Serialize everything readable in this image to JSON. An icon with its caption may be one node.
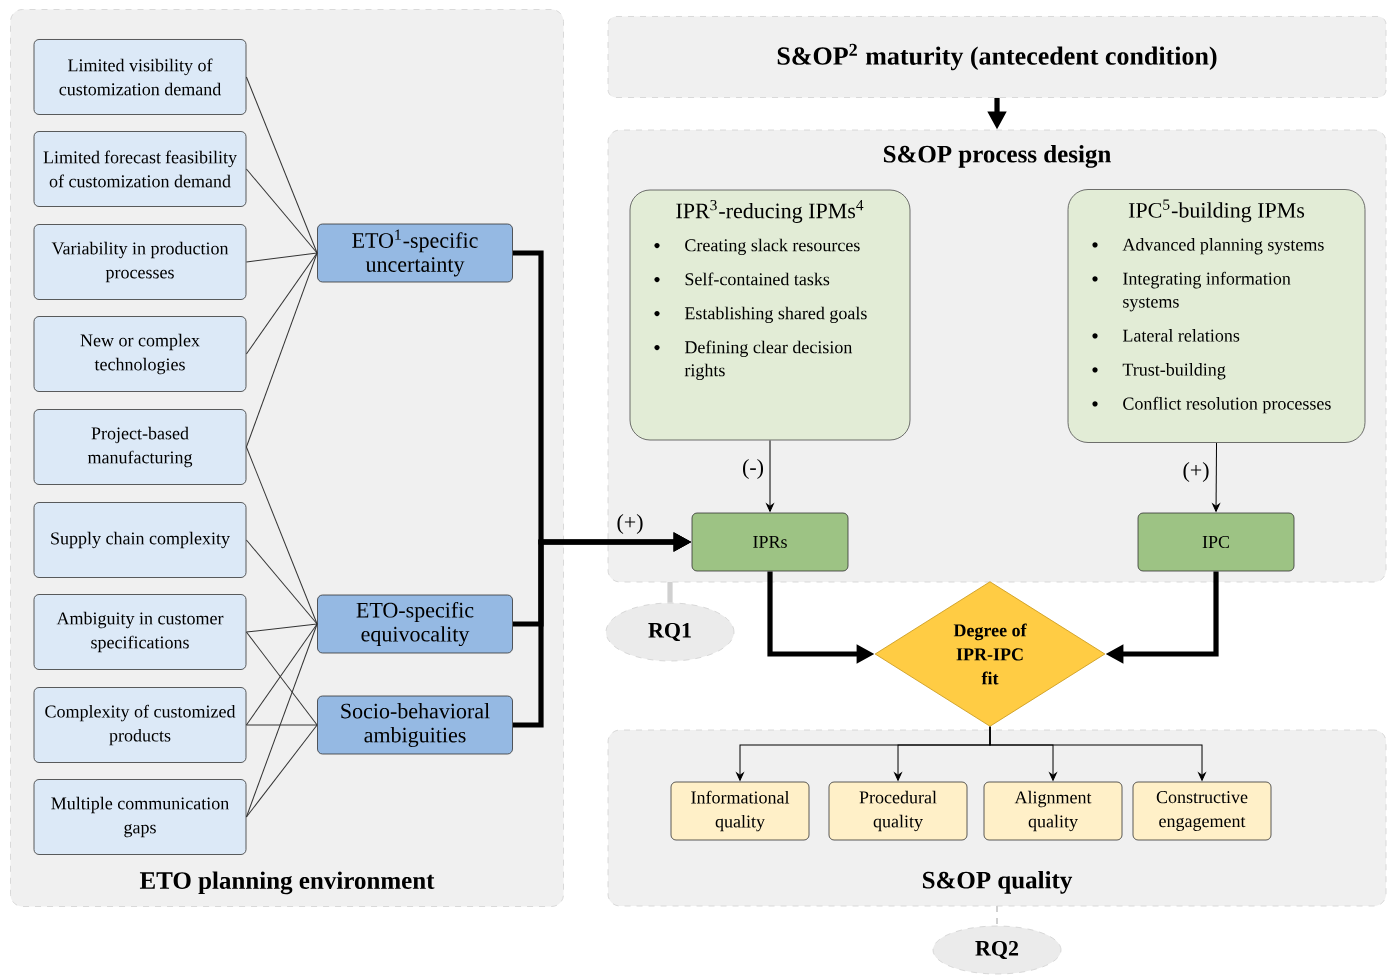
{
  "diagram": {
    "nodes": [
      {
        "text": [
          "ETO planning environment"
        ]
      },
      {
        "text": [
          "Limited visibility of customization demand"
        ],
        "in": 0
      },
      {
        "text": [
          "Limited forecast feasibility of customization demand"
        ],
        "in": 0
      },
      {
        "text": [
          "Variability in production processes"
        ],
        "in": 0
      },
      {
        "text": [
          "New or complex technologies"
        ],
        "in": 0
      },
      {
        "text": [
          "Project-based manufacturing"
        ],
        "in": 0
      },
      {
        "text": [
          "Supply chain complexity"
        ],
        "in": 0
      },
      {
        "text": [
          "Ambiguity in customer specifications"
        ],
        "in": 0
      },
      {
        "text": [
          "Complexity of customized products"
        ],
        "in": 0
      },
      {
        "text": [
          "Multiple communication gaps"
        ],
        "in": 0
      },
      {
        "text": [
          "ETO$^{1}$-specific uncertainty"
        ],
        "in": 0
      },
      {
        "text": [
          "ETO-specific equivocality"
        ],
        "in": 0
      },
      {
        "text": [
          "Socio-behavioral ambiguities"
        ],
        "in": 0
      },
      {
        "text": [
          "S&OP$^{2}$ maturity (antecedent condition)"
        ]
      },
      {
        "text": [
          "S&OP process design"
        ]
      },
      {
        "text": [
          "IPR$^{3}$-reducing IPMs$^{4}$",
          "Creating slack resources",
          "Self-contained tasks",
          "Establishing shared goals",
          "Defining clear decision rights"
        ],
        "in": 14
      },
      {
        "text": [
          "IPC$^{5}$-building IPMs",
          "Advanced planning systems",
          "Integrating information systems",
          "Lateral relations",
          "Trust-building",
          "Conflict resolution processes"
        ],
        "in": 14
      },
      {
        "text": [
          "IPRs"
        ],
        "in": 14
      },
      {
        "text": [
          "IPC"
        ],
        "in": 14
      },
      {
        "text": [
          "Degree of IPR-IPC fit"
        ]
      },
      {
        "text": [
          "S&OP quality"
        ]
      },
      {
        "text": [
          "Informational quality"
        ],
        "in": 20
      },
      {
        "text": [
          "Procedural quality"
        ],
        "in": 20
      },
      {
        "text": [
          "Alignment quality"
        ],
        "in": 20
      },
      {
        "text": [
          "Constructive engagement"
        ],
        "in": 20
      },
      {
        "text": [
          "RQ1"
        ]
      },
      {
        "text": [
          "RQ2"
        ]
      }
    ],
    "edges": [
      {
        "from": 1,
        "to": 10,
        "arrow": "none"
      },
      {
        "from": 2,
        "to": 10,
        "arrow": "none"
      },
      {
        "from": 3,
        "to": 10,
        "arrow": "none"
      },
      {
        "from": 4,
        "to": 10,
        "arrow": "none"
      },
      {
        "from": 5,
        "to": 10,
        "arrow": "none"
      },
      {
        "from": 5,
        "to": 11,
        "arrow": "none"
      },
      {
        "from": 6,
        "to": 11,
        "arrow": "none"
      },
      {
        "from": 7,
        "to": 11,
        "arrow": "none"
      },
      {
        "from": 7,
        "to": 12,
        "arrow": "none"
      },
      {
        "from": 8,
        "to": 11,
        "arrow": "none"
      },
      {
        "from": 8,
        "to": 12,
        "arrow": "none"
      },
      {
        "from": 9,
        "to": 11,
        "arrow": "none"
      },
      {
        "from": 9,
        "to": 12,
        "arrow": "none"
      },
      {
        "from": 10,
        "to": 17,
        "arrow": "to",
        "style": "thick",
        "label": "(+)"
      },
      {
        "from": 11,
        "to": 17,
        "arrow": "to",
        "style": "thick"
      },
      {
        "from": 12,
        "to": 17,
        "arrow": "to",
        "style": "thick"
      },
      {
        "from": 13,
        "to": 14,
        "arrow": "to",
        "style": "thick"
      },
      {
        "from": 15,
        "to": 17,
        "arrow": "to",
        "label": "(-)"
      },
      {
        "from": 16,
        "to": 18,
        "arrow": "to",
        "label": "(+)"
      },
      {
        "from": 17,
        "to": 19,
        "arrow": "to",
        "style": "thick"
      },
      {
        "from": 18,
        "to": 19,
        "arrow": "to",
        "style": "thick"
      },
      {
        "from": 19,
        "to": 21,
        "arrow": "to"
      },
      {
        "from": 19,
        "to": 22,
        "arrow": "to"
      },
      {
        "from": 19,
        "to": 23,
        "arrow": "to"
      },
      {
        "from": 19,
        "to": 24,
        "arrow": "to"
      },
      {
        "from": 14,
        "to": 25,
        "arrow": "none",
        "style": "thick",
        "color": "#d0d0d0"
      },
      {
        "from": 20,
        "to": 26,
        "arrow": "none",
        "style": "dashed",
        "color": "#d0d0d0"
      }
    ]
  }
}
